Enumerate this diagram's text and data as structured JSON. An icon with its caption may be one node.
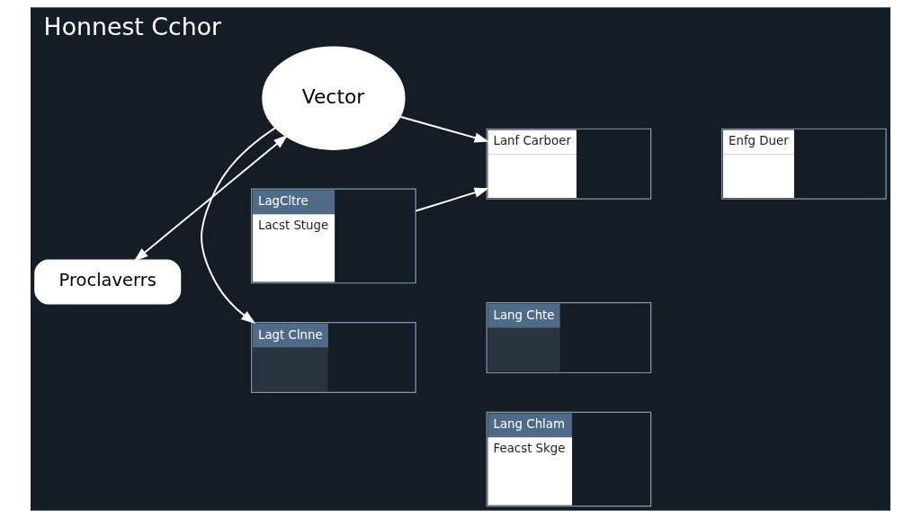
{
  "diagram": {
    "title": "Honnest Cchor",
    "nodes": [
      {
        "text": [
          "Proclaverrs"
        ]
      },
      {
        "text": [
          "Vector"
        ]
      },
      {
        "text": [
          "LagCltre",
          "Lacst Stuge"
        ]
      },
      {
        "text": [
          "Lanf Carboer"
        ]
      },
      {
        "text": [
          "Enfg Duer"
        ]
      },
      {
        "text": [
          "Lang Chlam",
          "Feacst Skge"
        ]
      },
      {
        "text": [
          "Lagt Clnne"
        ]
      },
      {
        "text": [
          "Lang Chte"
        ]
      }
    ],
    "edges": [
      {
        "from": 0,
        "to": 1,
        "arrow": "both"
      },
      {
        "from": 1,
        "to": 3,
        "arrow": "to"
      },
      {
        "from": 2,
        "to": 3,
        "arrow": "to"
      },
      {
        "from": 1,
        "to": 6,
        "arrow": "to"
      }
    ]
  }
}
